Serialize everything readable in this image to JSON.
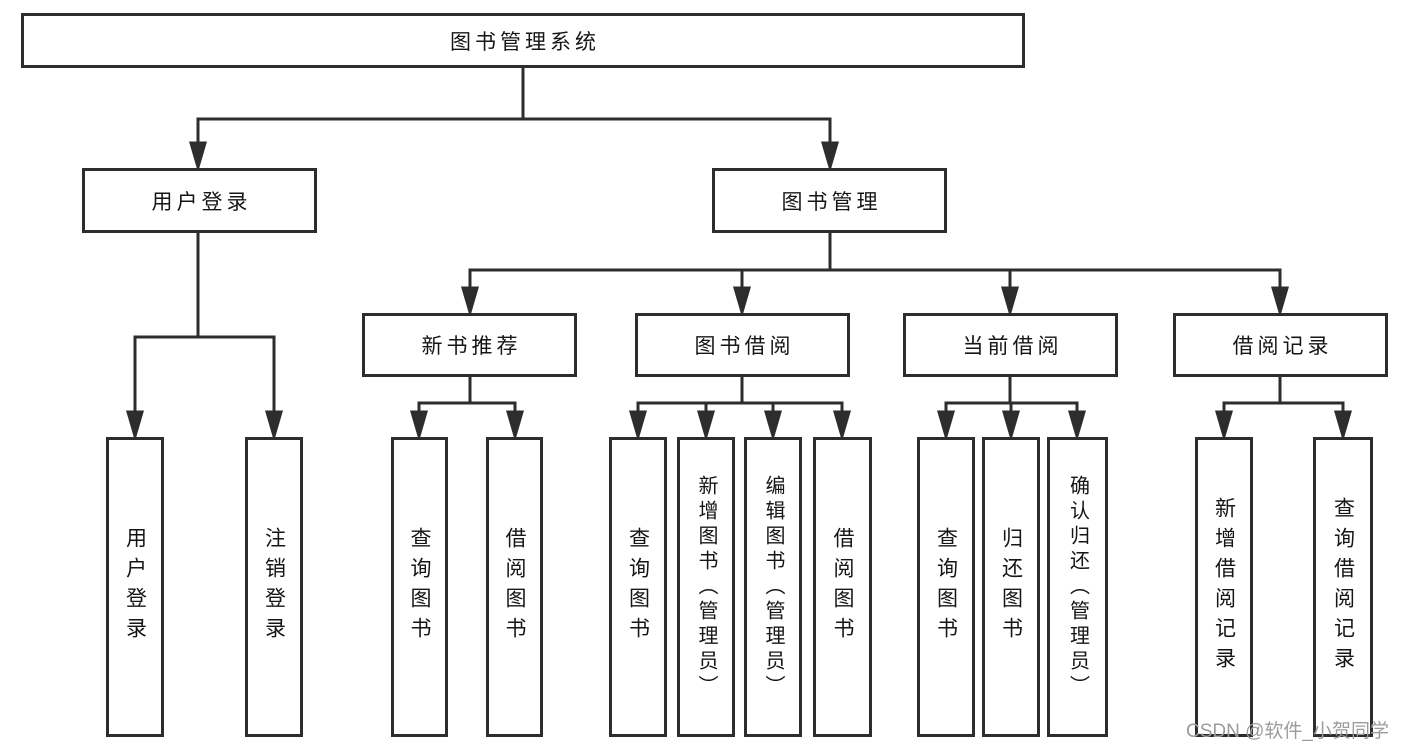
{
  "tree": {
    "root": "图书管理系统",
    "user": {
      "label": "用户登录",
      "children": [
        "用户登录",
        "注销登录"
      ]
    },
    "book": {
      "label": "图书管理",
      "children": [
        {
          "label": "新书推荐",
          "children": [
            "查询图书",
            "借阅图书"
          ]
        },
        {
          "label": "图书借阅",
          "children": [
            "查询图书",
            "新增图书（管理员）",
            "编辑图书（管理员）",
            "借阅图书"
          ]
        },
        {
          "label": "当前借阅",
          "children": [
            "查询图书",
            "归还图书",
            "确认归还（管理员）"
          ]
        },
        {
          "label": "借阅记录",
          "children": [
            "新增借阅记录",
            "查询借阅记录"
          ]
        }
      ]
    }
  },
  "watermark": "CSDN @软件_小贺同学",
  "colors": {
    "line": "#2d2d2d",
    "text": "#161616",
    "watermark": "#9c9c9c",
    "background": "#ffffff"
  }
}
